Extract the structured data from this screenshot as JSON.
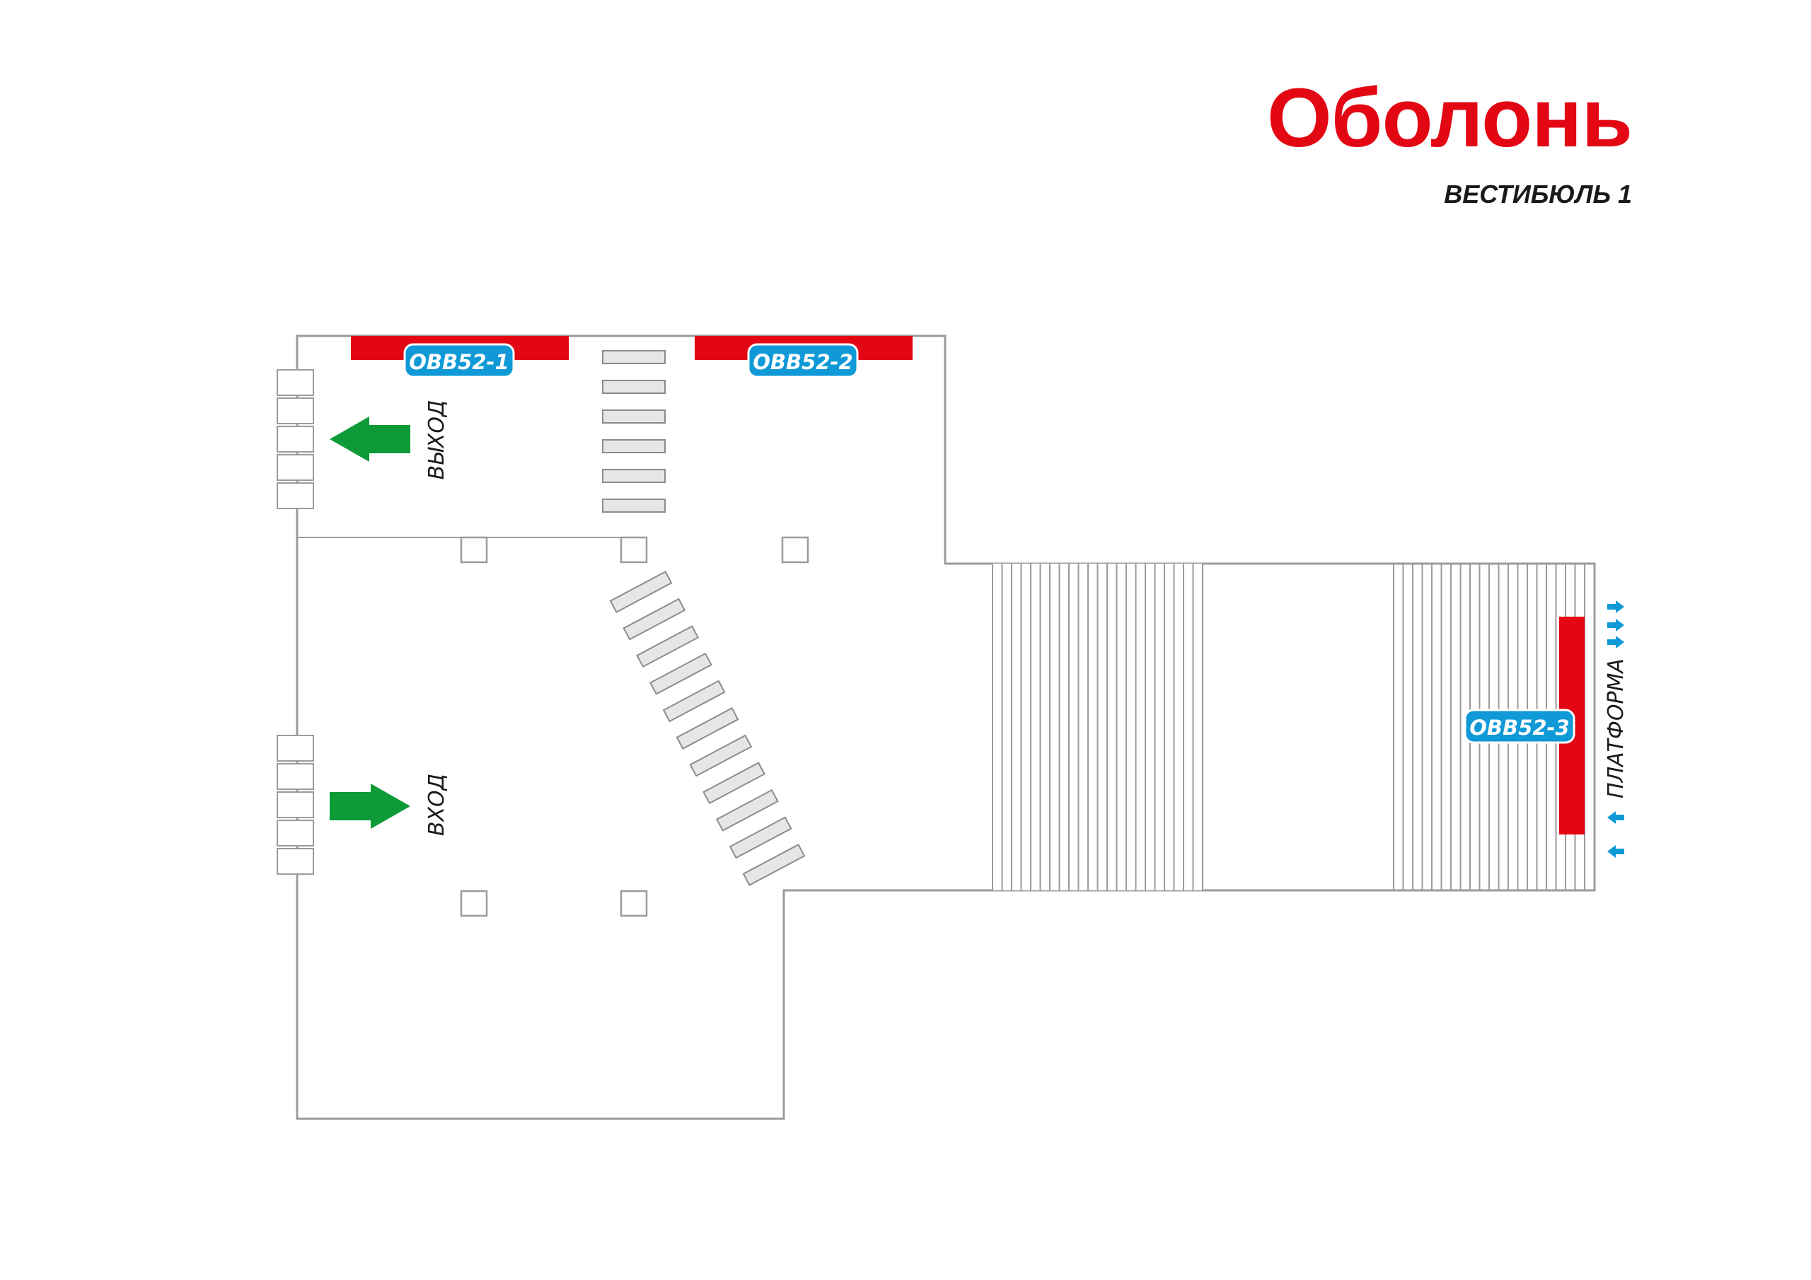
{
  "station": {
    "title": "Оболонь",
    "subtitle": "ВЕСТИБЮЛЬ 1"
  },
  "labels": {
    "exit": "ВЫХОД",
    "entrance": "ВХОД",
    "platform": "ПЛАТФОРМА"
  },
  "ad_spots": [
    {
      "code": "OBB52-1"
    },
    {
      "code": "OBB52-2"
    },
    {
      "code": "OBB52-3"
    }
  ],
  "colors": {
    "title": "#e30613",
    "ad_bar": "#e30613",
    "ad_tag": "#0f9ad7",
    "arrow_exit_entrance": "#0e9a37",
    "arrow_platform": "#0f9ad7",
    "walls": "#9b9b9b"
  },
  "icons": {
    "exit_arrow": "arrow-left-icon",
    "entrance_arrow": "arrow-right-icon",
    "platform_arrows": "double-arrow-icon"
  }
}
